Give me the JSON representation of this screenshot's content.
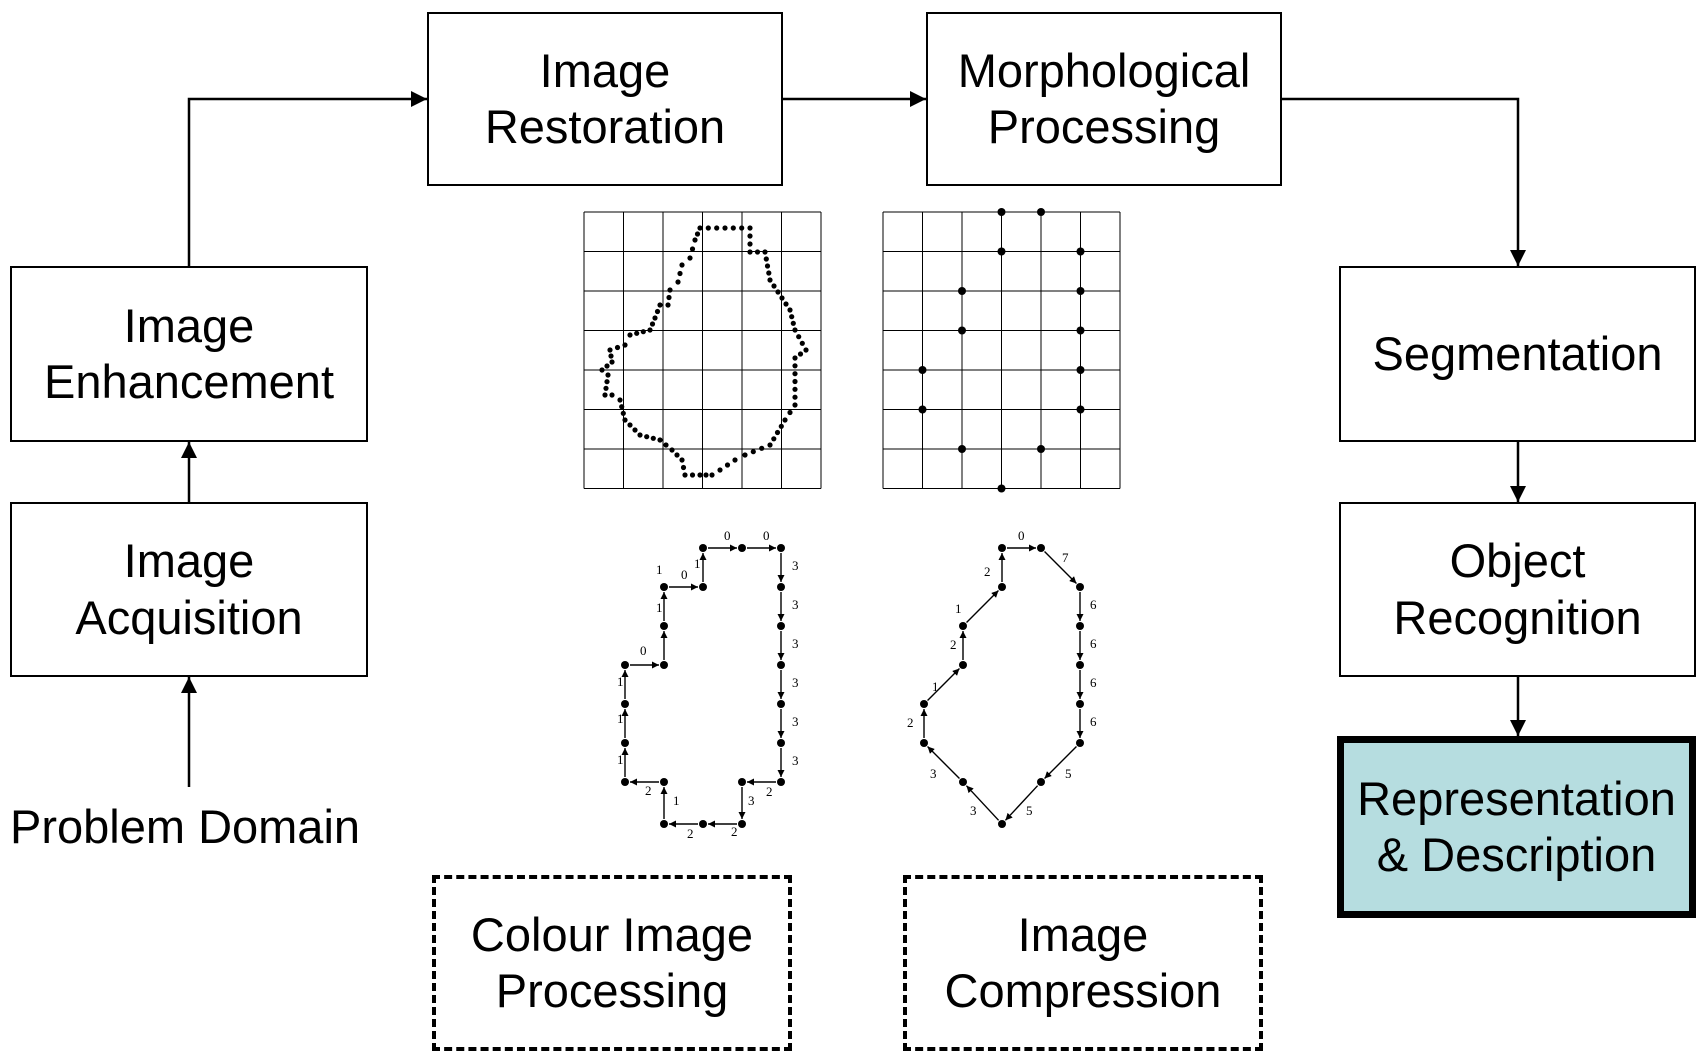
{
  "stages": {
    "image_acquisition": [
      "Image",
      "Acquisition"
    ],
    "image_enhancement": [
      "Image",
      "Enhancement"
    ],
    "image_restoration": [
      "Image",
      "Restoration"
    ],
    "morphological_processing": [
      "Morphological",
      "Processing"
    ],
    "segmentation": [
      "Segmentation"
    ],
    "object_recognition": [
      "Object",
      "Recognition"
    ],
    "representation_description": [
      "Representation",
      "& Description"
    ],
    "colour_image_processing": [
      "Colour Image",
      "Processing"
    ],
    "image_compression": [
      "Image",
      "Compression"
    ]
  },
  "problem_domain": "Problem Domain",
  "colors": {
    "highlight_fill": "#b6dde0",
    "stroke": "#000000",
    "background": "#ffffff"
  },
  "chain_code_4dir": [
    "0",
    "0",
    "3",
    "3",
    "3",
    "3",
    "3",
    "3",
    "2",
    "3",
    "2",
    "2",
    "1",
    "2",
    "1",
    "1",
    "1",
    "0",
    "1",
    "1",
    "0",
    "1"
  ],
  "chain_code_8dir": [
    "0",
    "7",
    "6",
    "6",
    "6",
    "6",
    "5",
    "5",
    "3",
    "3",
    "2",
    "1",
    "2",
    "1",
    "2"
  ]
}
